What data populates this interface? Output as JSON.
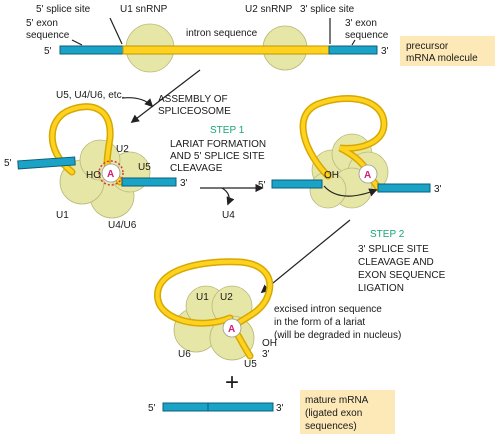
{
  "top": {
    "splice5": "5' splice site",
    "exon5": [
      "5' exon",
      "sequence"
    ],
    "u1": "U1 snRNP",
    "u2": "U2 snRNP",
    "splice3": "3' splice site",
    "exon3": [
      "3' exon",
      "sequence"
    ],
    "intron": "intron sequence",
    "end5": "5'",
    "end3": "3'",
    "precursor": [
      "precursor",
      "mRNA molecule"
    ]
  },
  "assembly": {
    "factors": "U5, U4/U6, etc.",
    "caption": [
      "ASSEMBLY OF",
      "SPLICEOSOME"
    ]
  },
  "left_complex": {
    "u2": "U2",
    "u5": "U5",
    "u1": "U1",
    "u4u6": "U4/U6",
    "ho": "HO",
    "a": "A",
    "end5": "5'",
    "end3": "3'"
  },
  "step1": {
    "title": "STEP 1",
    "caption": [
      "LARIAT FORMATION",
      "AND 5' SPLICE SITE",
      "CLEAVAGE"
    ],
    "released": "U4"
  },
  "right_complex": {
    "oh": "OH",
    "a": "A",
    "end5": "5'",
    "end3": "3'"
  },
  "step2": {
    "title": "STEP 2",
    "caption": [
      "3' SPLICE SITE",
      "CLEAVAGE AND",
      "EXON SEQUENCE",
      "LIGATION"
    ]
  },
  "lariat": {
    "u1": "U1",
    "u2": "U2",
    "u6": "U6",
    "u5": "U5",
    "a": "A",
    "oh": "OH",
    "end3": "3'",
    "note": [
      "excised intron sequence",
      "in the form of a lariat",
      "(will be degraded in nucleus)"
    ]
  },
  "plus": "+",
  "mature": {
    "end5": "5'",
    "end3": "3'",
    "label": [
      "mature mRNA",
      "(ligated exon",
      "sequences)"
    ]
  },
  "colors": {
    "exon": "#1aa3c7",
    "intron": "#ffd21f",
    "snrnp": "#e6e6a6",
    "label_box": "#fde9b8",
    "step_text": "#17a47a",
    "branch_a": "#d0207a"
  }
}
